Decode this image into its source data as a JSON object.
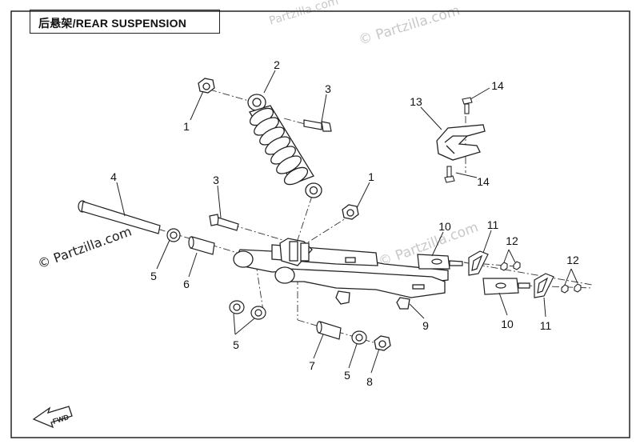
{
  "diagram": {
    "title": "后悬架/REAR SUSPENSION",
    "watermarks": {
      "top_right": "© Partzilla.com",
      "top_center": "Partzilla.com",
      "middle": "© Partzilla.com",
      "left": "© Partzilla.com"
    },
    "fwd_label": "FWD",
    "callouts": [
      {
        "id": "c1a",
        "label": "1"
      },
      {
        "id": "c2",
        "label": "2"
      },
      {
        "id": "c3a",
        "label": "3"
      },
      {
        "id": "c4",
        "label": "4"
      },
      {
        "id": "c3b",
        "label": "3"
      },
      {
        "id": "c1b",
        "label": "1"
      },
      {
        "id": "c5a",
        "label": "5"
      },
      {
        "id": "c6",
        "label": "6"
      },
      {
        "id": "c5b",
        "label": "5"
      },
      {
        "id": "c7",
        "label": "7"
      },
      {
        "id": "c5c",
        "label": "5"
      },
      {
        "id": "c8",
        "label": "8"
      },
      {
        "id": "c9",
        "label": "9"
      },
      {
        "id": "c10a",
        "label": "10"
      },
      {
        "id": "c11a",
        "label": "11"
      },
      {
        "id": "c12a",
        "label": "12"
      },
      {
        "id": "c10b",
        "label": "10"
      },
      {
        "id": "c11b",
        "label": "11"
      },
      {
        "id": "c12b",
        "label": "12"
      },
      {
        "id": "c13",
        "label": "13"
      },
      {
        "id": "c14a",
        "label": "14"
      },
      {
        "id": "c14b",
        "label": "14"
      }
    ]
  }
}
